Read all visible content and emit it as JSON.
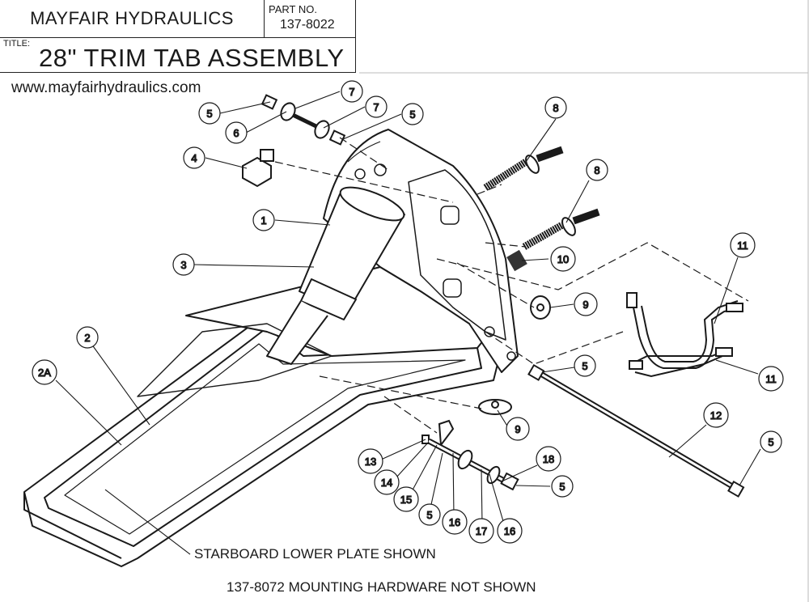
{
  "title_block": {
    "company": "MAYFAIR HYDRAULICS",
    "part_label": "PART NO.",
    "part_number": "137-8022",
    "title_label": "TITLE:",
    "title": "28\" TRIM TAB ASSEMBLY"
  },
  "website": "www.mayfairhydraulics.com",
  "notes": {
    "starboard": "STARBOARD LOWER PLATE SHOWN",
    "mounting": "137-8072 MOUNTING HARDWARE NOT SHOWN"
  },
  "callouts": [
    "1",
    "2",
    "2A",
    "3",
    "4",
    "5",
    "6",
    "7",
    "8",
    "9",
    "10",
    "11",
    "12",
    "13",
    "14",
    "15",
    "16",
    "17",
    "18"
  ]
}
